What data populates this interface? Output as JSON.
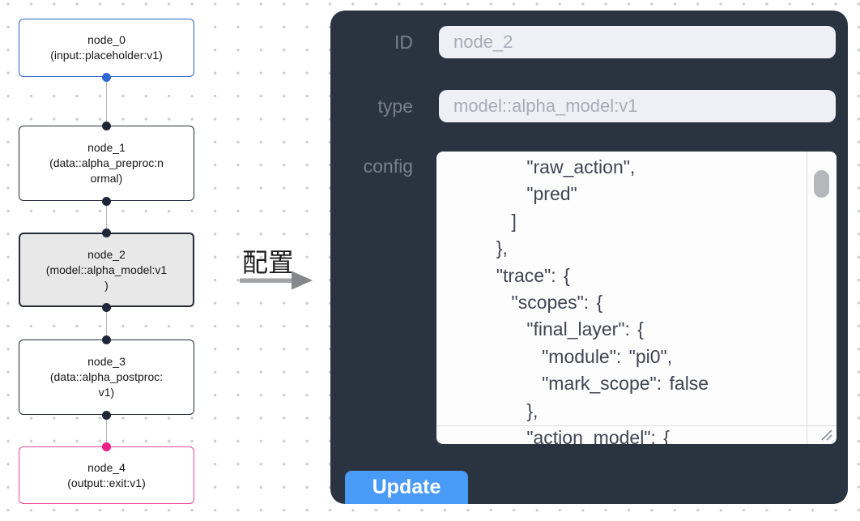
{
  "canvas": {
    "nodes": [
      {
        "id": "node_0",
        "node_type": "input::placeholder:v1",
        "lines": [
          "node_0",
          "(input::placeholder:v1)"
        ]
      },
      {
        "id": "node_1",
        "node_type": "data::alpha_preproc:normal",
        "lines": [
          "node_1",
          "(data::alpha_preproc:n",
          "ormal)"
        ]
      },
      {
        "id": "node_2",
        "node_type": "model::alpha_model:v1",
        "lines": [
          "node_2",
          "(model::alpha_model:v1",
          ")"
        ],
        "selected": true
      },
      {
        "id": "node_3",
        "node_type": "data::alpha_postproc:v1",
        "lines": [
          "node_3",
          "(data::alpha_postproc:",
          "v1)"
        ]
      },
      {
        "id": "node_4",
        "node_type": "output::exit:v1",
        "lines": [
          "node_4",
          "(output::exit:v1)"
        ]
      }
    ]
  },
  "annotation": {
    "label": "配置"
  },
  "panel": {
    "fields": [
      {
        "label": "ID",
        "value": "node_2"
      },
      {
        "label": "type",
        "value": "model::alpha_model:v1"
      }
    ],
    "config": {
      "label": "config",
      "text": "      \"raw_action\",\n      \"pred\"\n    ]\n  },\n  \"trace\": {\n    \"scopes\": {\n      \"final_layer\": {\n        \"module\": \"pi0\",\n        \"mark_scope\": false\n      },\n      \"action_model\": {"
    },
    "update_button": "Update"
  },
  "colors": {
    "node_input_border": "#2f63c8",
    "node_output_border": "#ee4796",
    "selected_node_bg": "#e8e8e9",
    "handle_dark": "#1f2637",
    "handle_blue": "#2e68d5",
    "handle_pink": "#ee1d85",
    "panel_bg": "#2a3340",
    "input_bg": "#eef0f6",
    "update_button_bg": "#4a9bf7",
    "edge": "#b3b4ba"
  }
}
